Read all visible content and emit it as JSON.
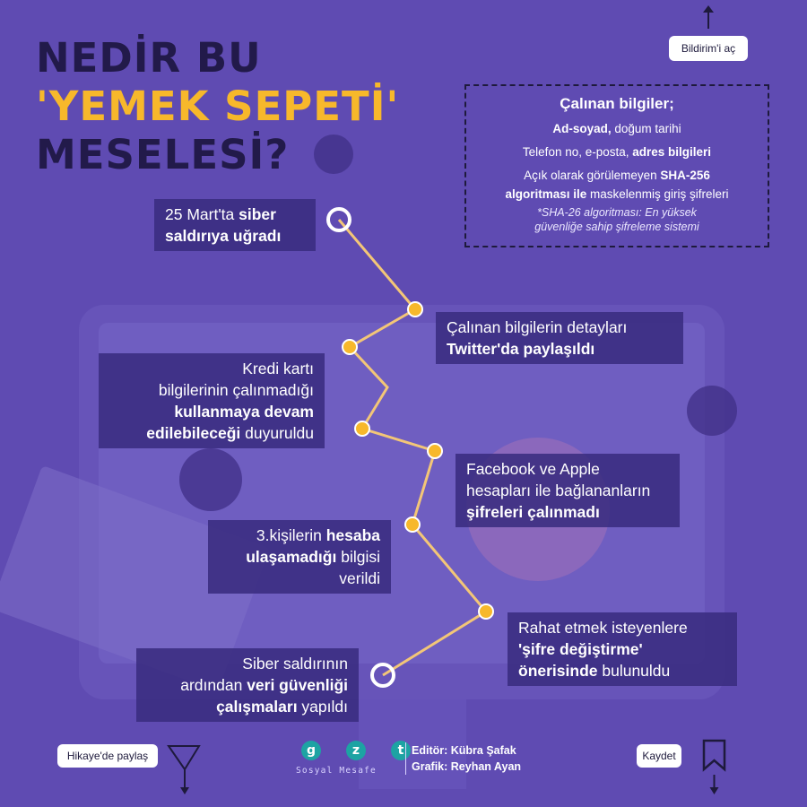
{
  "title": {
    "line1": "NEDİR BU",
    "line2": "'YEMEK SEPETİ'",
    "line3": "MESELESİ?"
  },
  "notification": {
    "label": "Bildirim'i aç"
  },
  "info_box": {
    "title": "Çalınan bilgiler;",
    "line1_bold": "Ad-soyad,",
    "line1_rest": " doğum tarihi",
    "line2_normal": "Telefon no, e-posta, ",
    "line2_bold": "adres bilgileri",
    "line3_normal": "Açık olarak görülemeyen ",
    "line3_bold": "SHA-256",
    "line4_bold": "algoritması ile",
    "line4_normal": " maskelenmiş giriş şifreleri",
    "note_line1": "*SHA-26 algoritması: En yüksek",
    "note_line2": "güvenliğe sahip şifreleme sistemi"
  },
  "timeline": {
    "line_color": "#f3c677",
    "dot_color": "#f7b82b",
    "events": [
      {
        "p1": "25 Mart'ta ",
        "b1": "siber",
        "p2": "",
        "b2": "saldırıya uğradı",
        "p3": ""
      },
      {
        "p1": "Çalınan bilgilerin detayları",
        "b1": "",
        "p2": "",
        "b2": "Twitter'da paylaşıldı",
        "p3": ""
      },
      {
        "p1": "Kredi kartı",
        "b1": "",
        "p2": "bilgilerinin çalınmadığı",
        "b2": "kullanmaya devam",
        "b3": "edilebileceği",
        "p3": " duyuruldu"
      },
      {
        "p1": "Facebook ve Apple",
        "p2": "hesapları ile bağlananların",
        "b2": "şifreleri çalınmadı"
      },
      {
        "p1": "3.kişilerin ",
        "b1": "hesaba",
        "b2": "ulaşamadığı",
        "p2": " bilgisi",
        "p3": "verildi"
      },
      {
        "p1": "Rahat etmek isteyenlere",
        "b1": "'şifre değiştirme'",
        "b2": "önerisinde",
        "p2": " bulunuldu"
      },
      {
        "p1": "Siber saldırının",
        "p2": "ardından ",
        "b1": "veri güvenliği",
        "b2": "çalışmaları",
        "p3": " yapıldı"
      }
    ]
  },
  "footer": {
    "share_label": "Hikaye'de paylaş",
    "save_label": "Kaydet",
    "brand_letters": [
      "g",
      "z",
      "t"
    ],
    "brand_sub": "Sosyal Mesafe",
    "credit_editor": "Editör: Kübra Şafak",
    "credit_graphic": "Grafik: Reyhan Ayan"
  }
}
